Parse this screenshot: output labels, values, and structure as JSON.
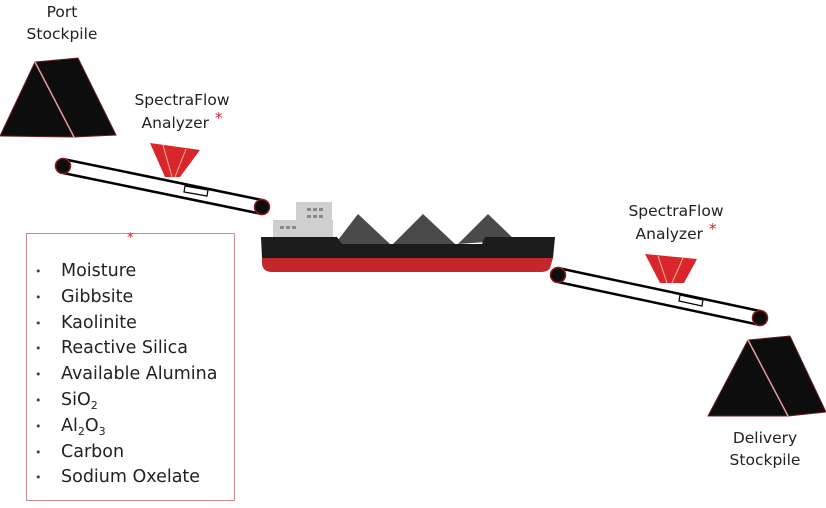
{
  "port_stockpile": {
    "line1": "Port",
    "line2": "Stockpile"
  },
  "delivery_stockpile": {
    "line1": "Delivery",
    "line2": "Stockpile"
  },
  "analyzer_left": {
    "line1": "SpectraFlow",
    "line2": "Analyzer",
    "mark": "*"
  },
  "analyzer_right": {
    "line1": "SpectraFlow",
    "line2": "Analyzer",
    "mark": "*"
  },
  "measurements": {
    "mark": "*",
    "items": [
      {
        "text": "Moisture"
      },
      {
        "text": "Gibbsite"
      },
      {
        "text": "Kaolinite"
      },
      {
        "text": "Reactive Silica"
      },
      {
        "text": "Available Alumina"
      },
      {
        "base": "SiO",
        "sub": "2"
      },
      {
        "base": "Al",
        "sub": "2",
        "mid": "O",
        "sub2": "3"
      },
      {
        "text": "Carbon"
      },
      {
        "text": "Sodium Oxelate"
      }
    ]
  },
  "colors": {
    "accent": "#d9262b",
    "hull_red": "#c1272d",
    "pile": "#0d0d0d",
    "cargo": "#4a4a4a",
    "cabin": "#cfcfcf"
  }
}
